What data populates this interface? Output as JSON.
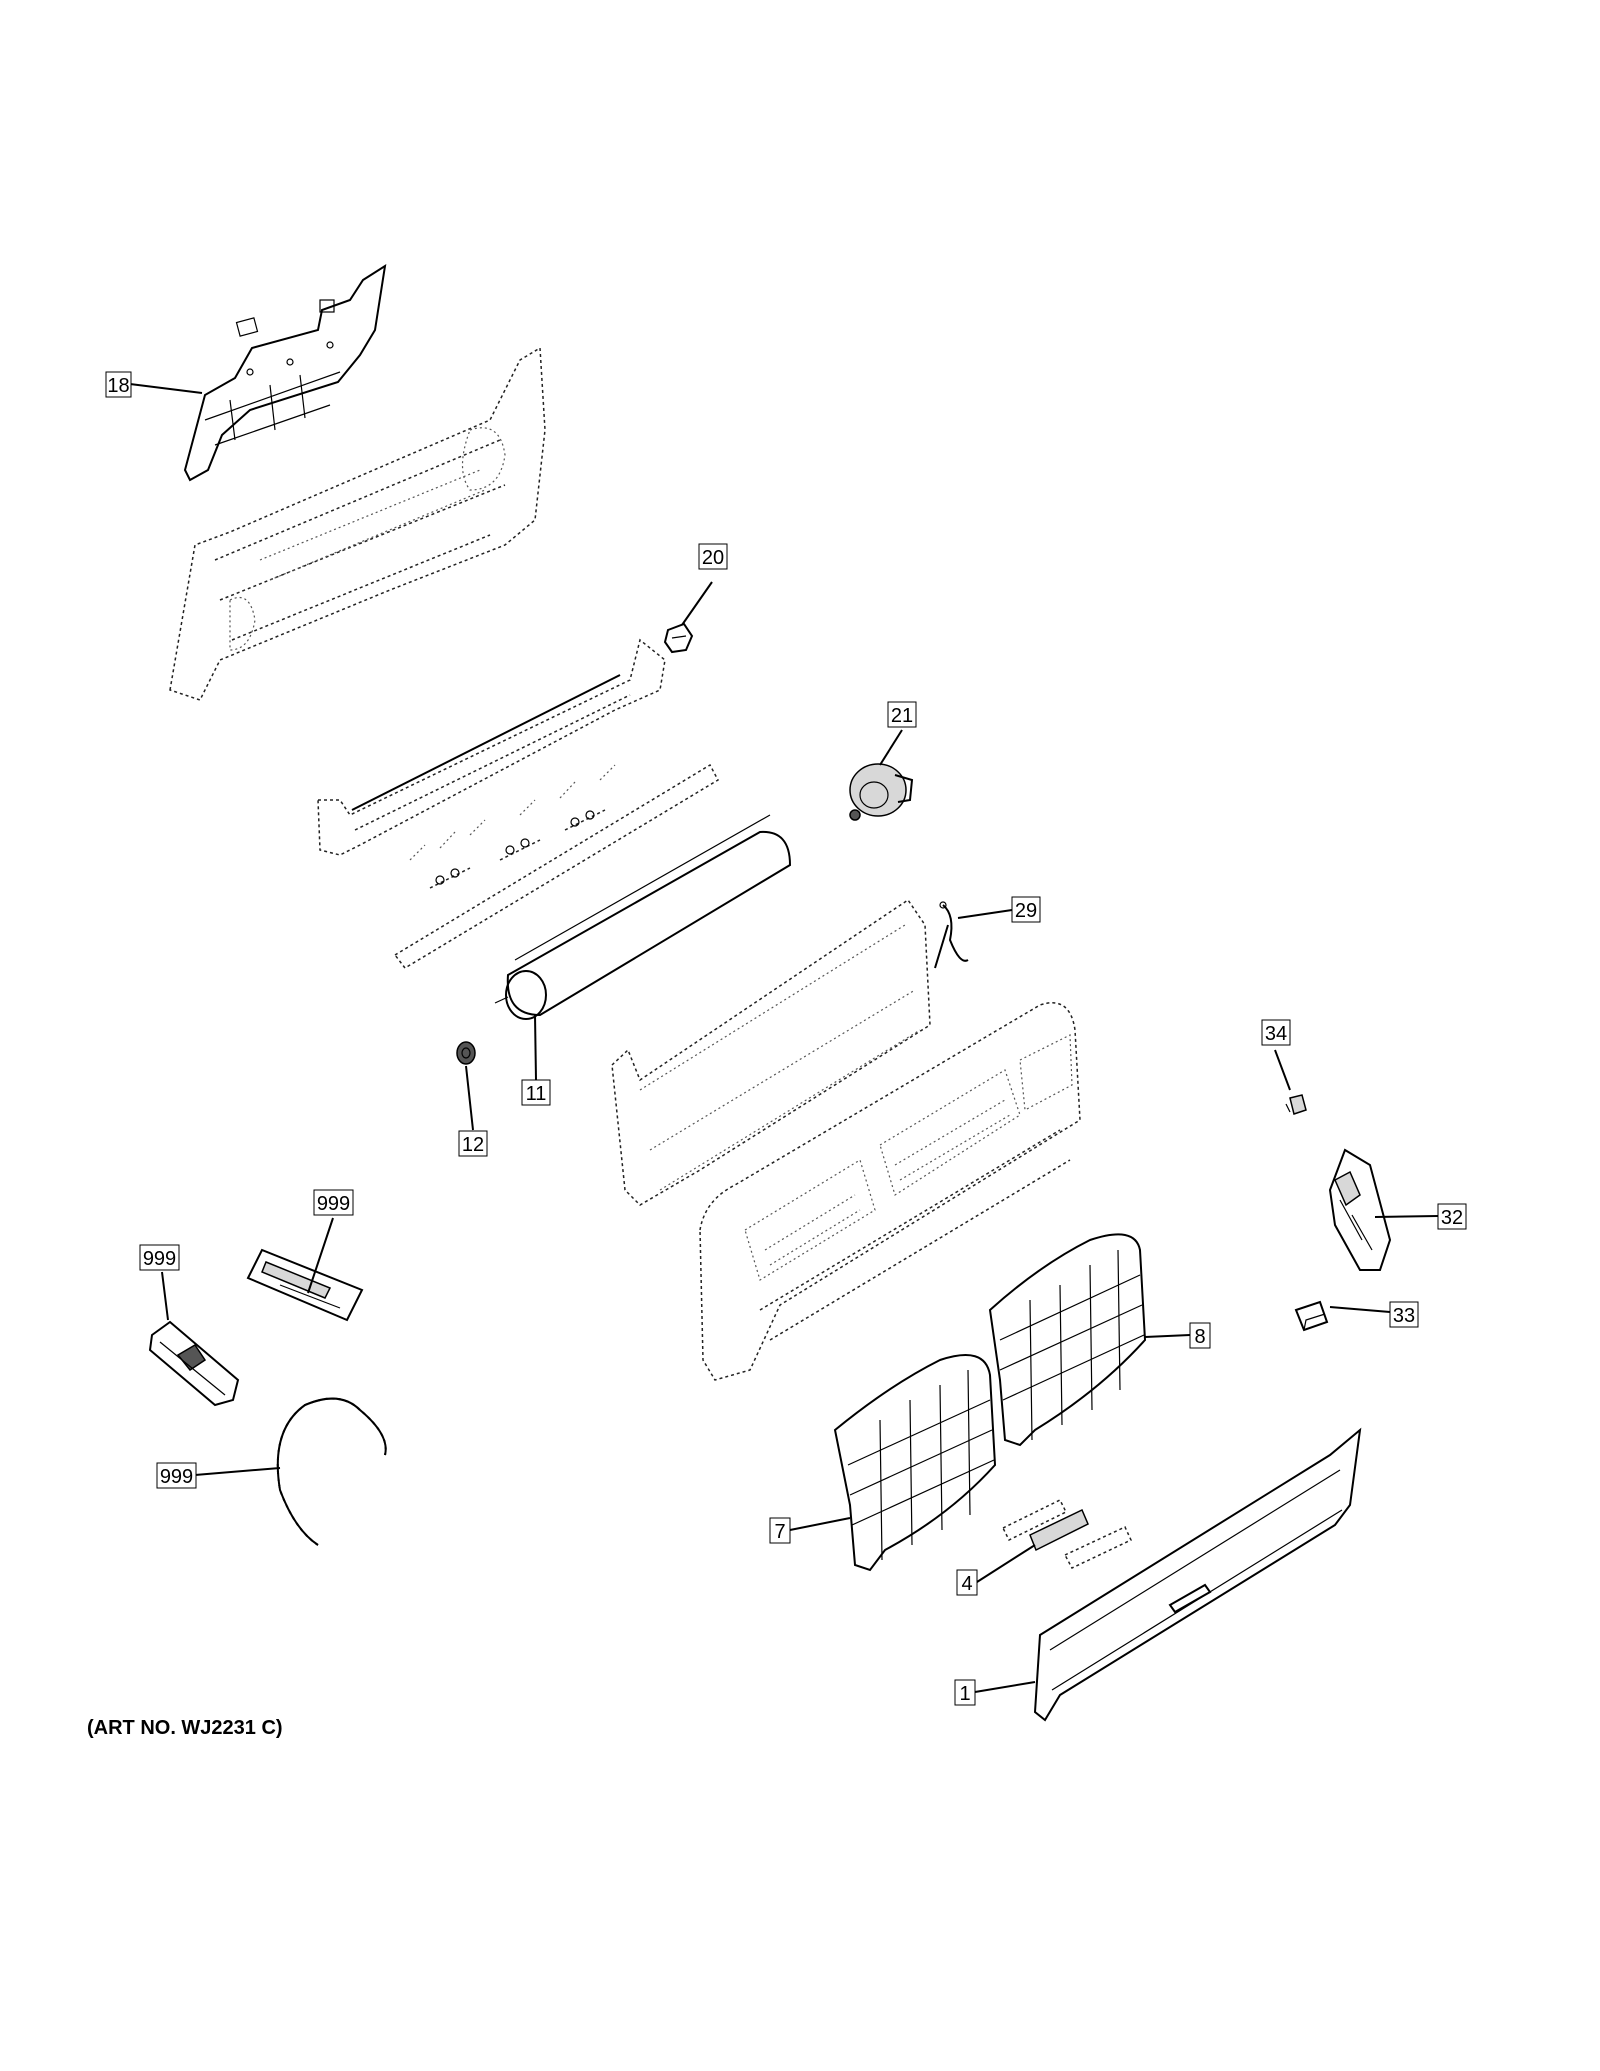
{
  "art_number": "(ART NO. WJ2231 C)",
  "callouts": {
    "c18": "18",
    "c20": "20",
    "c21": "21",
    "c29": "29",
    "c34": "34",
    "c11": "11",
    "c12": "12",
    "c999a": "999",
    "c999b": "999",
    "c999c": "999",
    "c32": "32",
    "c8": "8",
    "c33": "33",
    "c7": "7",
    "c4": "4",
    "c1": "1"
  }
}
